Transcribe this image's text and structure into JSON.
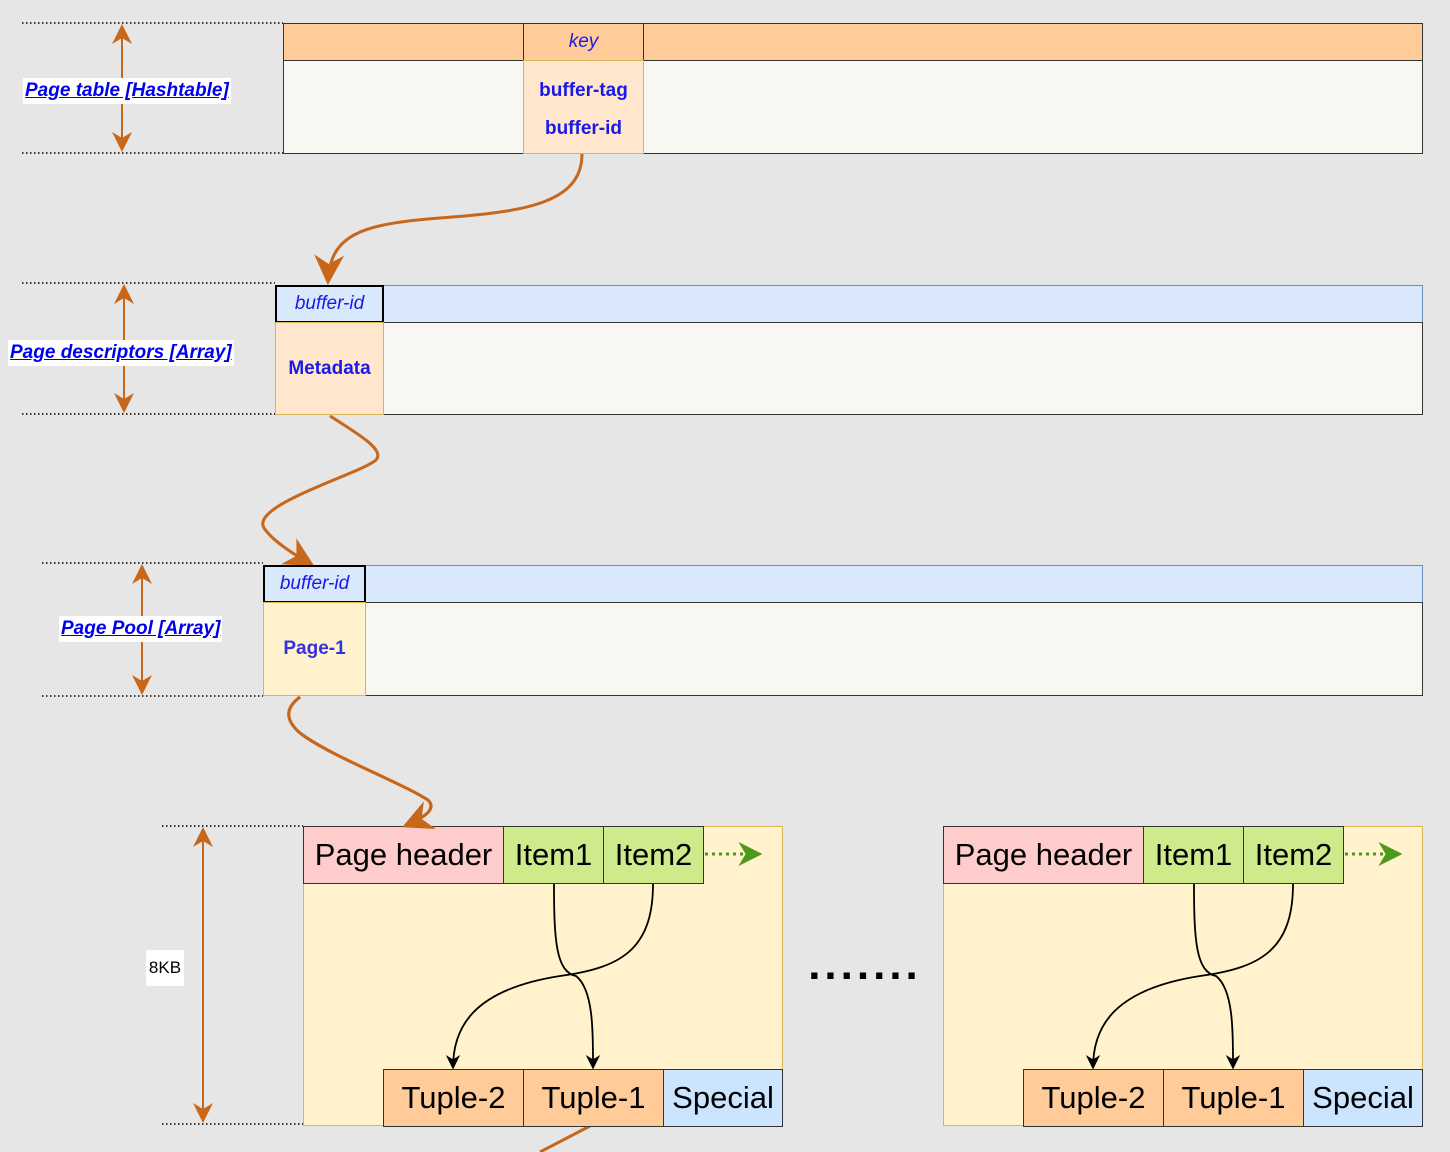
{
  "page_table": {
    "label": "Page table [Hashtable]",
    "key_header": "key",
    "field1": "buffer-tag",
    "field2": "buffer-id"
  },
  "page_descriptors": {
    "label": "Page descriptors [Array]",
    "id_header": "buffer-id",
    "content": "Metadata"
  },
  "page_pool": {
    "label": "Page Pool [Array]",
    "id_header": "buffer-id",
    "content": "Page-1"
  },
  "page_size": {
    "label": "8KB"
  },
  "pages": [
    {
      "header": "Page header",
      "item1": "Item1",
      "item2": "Item2",
      "tuple2": "Tuple-2",
      "tuple1": "Tuple-1",
      "special": "Special"
    },
    {
      "header": "Page header",
      "item1": "Item1",
      "item2": "Item2",
      "tuple2": "Tuple-2",
      "tuple1": "Tuple-1",
      "special": "Special"
    }
  ],
  "ellipsis": ".......",
  "colors": {
    "background": "#e6e6e6",
    "orange_header": "#ffcc99",
    "cream_body": "#f9f7f1",
    "light_orange_cell": "#ffe6cc",
    "blue_header": "#dae8fc",
    "page_fill": "#fff2cc",
    "pink": "#ffcccc",
    "green": "#cdeb8b",
    "tuple": "#ffcc99",
    "special": "#cce5ff",
    "arrow_orange": "#c8661a",
    "link_blue": "#0000ee"
  }
}
